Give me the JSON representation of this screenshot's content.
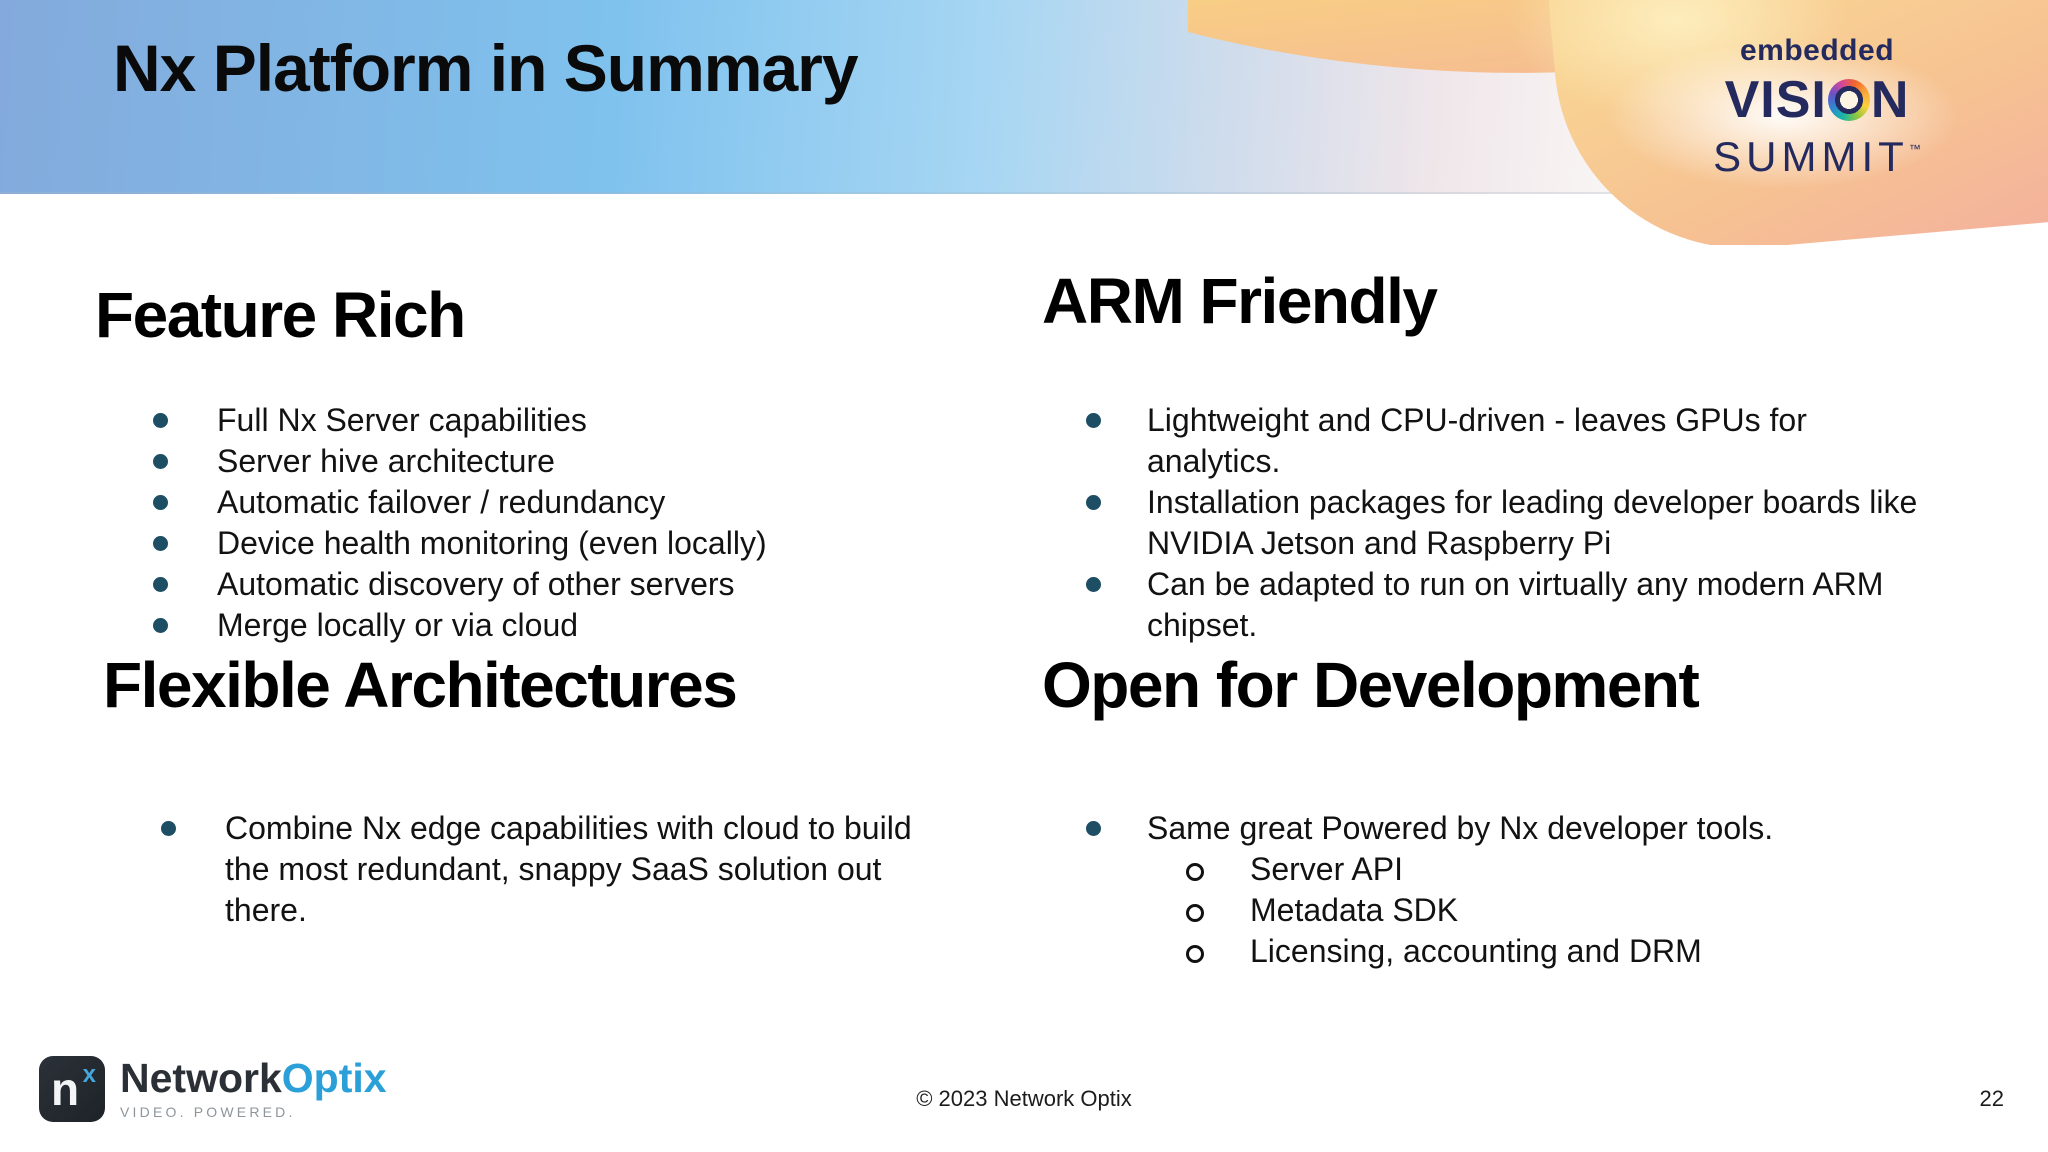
{
  "slide": {
    "title": "Nx Platform in Summary",
    "footer": {
      "copyright": "© 2023 Network Optix",
      "page_number": "22"
    }
  },
  "event_logo": {
    "top_word": "embedded",
    "vision_pre": "VISI",
    "vision_post": "N",
    "bottom_word": "SUMMIT",
    "trademark": "™"
  },
  "brand_logo": {
    "mark_letter": "n",
    "mark_sup": "x",
    "name_dark": "Network",
    "name_accent": "Optix",
    "tagline": "VIDEO. POWERED."
  },
  "sections": [
    {
      "id": "feature-rich",
      "title": "Feature Rich",
      "bullets": [
        {
          "level": 1,
          "lines": [
            "Full Nx Server capabilities"
          ]
        },
        {
          "level": 1,
          "lines": [
            "Server hive architecture"
          ]
        },
        {
          "level": 1,
          "lines": [
            "Automatic failover / redundancy"
          ]
        },
        {
          "level": 1,
          "lines": [
            "Device health monitoring (even locally)"
          ]
        },
        {
          "level": 1,
          "lines": [
            "Automatic discovery of other servers"
          ]
        },
        {
          "level": 1,
          "lines": [
            "Merge locally or via cloud"
          ]
        }
      ]
    },
    {
      "id": "arm-friendly",
      "title": "ARM Friendly",
      "bullets": [
        {
          "level": 1,
          "lines": [
            "Lightweight and CPU-driven - leaves GPUs for",
            "analytics."
          ]
        },
        {
          "level": 1,
          "lines": [
            "Installation packages for leading developer boards like",
            "NVIDIA Jetson and Raspberry Pi"
          ]
        },
        {
          "level": 1,
          "lines": [
            "Can be adapted to run on virtually any modern ARM",
            "chipset."
          ]
        }
      ]
    },
    {
      "id": "flexible-architectures",
      "title": "Flexible Architectures",
      "bullets": [
        {
          "level": 1,
          "lines": [
            "Combine Nx edge capabilities with cloud to build",
            "the most redundant, snappy SaaS solution out",
            "there."
          ]
        }
      ]
    },
    {
      "id": "open-for-development",
      "title": "Open for Development",
      "bullets": [
        {
          "level": 1,
          "lines": [
            "Same great Powered by Nx developer tools."
          ]
        },
        {
          "level": 2,
          "lines": [
            "Server API"
          ]
        },
        {
          "level": 2,
          "lines": [
            "Metadata SDK"
          ]
        },
        {
          "level": 2,
          "lines": [
            "Licensing, accounting and DRM"
          ]
        }
      ]
    }
  ],
  "colors": {
    "bullet_dot": "#1d4e63",
    "header_blue_start": "#83aadb",
    "header_blue_mid": "#7fc2ee",
    "swirl_yellow": "#f8cd86",
    "swirl_pink": "#f3b49c",
    "logo_navy": "#242a5e",
    "optix_blue": "#2b9fd8",
    "nx_mark_dark": "#22272c"
  }
}
